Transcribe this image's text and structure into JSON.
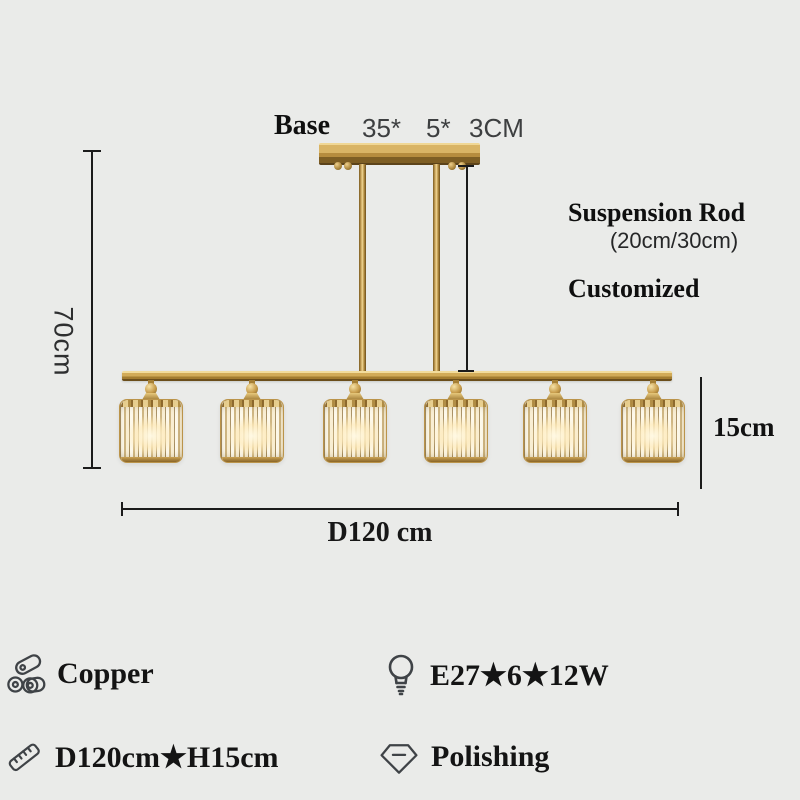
{
  "annotations": {
    "base": {
      "label": "Base",
      "dims": [
        "35*",
        "5*",
        "3CM"
      ]
    },
    "height_total": "70cm",
    "suspension": {
      "title": "Suspension Rod",
      "range": "(20cm/30cm)",
      "note": "Customized"
    },
    "shade_height": "15cm",
    "width": "D120 cm"
  },
  "specs": [
    {
      "icon": "copper-pipes-icon",
      "label": "Copper"
    },
    {
      "icon": "bulb-icon",
      "label": "E27★6★12W"
    },
    {
      "icon": "ruler-icon",
      "label": "D120cm★H15cm"
    },
    {
      "icon": "diamond-icon",
      "label": "Polishing"
    }
  ],
  "fixture": {
    "shade_count": 6
  },
  "colors": {
    "background": "#eaebe9",
    "gold": "#c79c4b",
    "gold_light": "#f0d795",
    "gold_dark": "#6b4e1b",
    "line": "#1b1b1b",
    "text": "#141414"
  }
}
